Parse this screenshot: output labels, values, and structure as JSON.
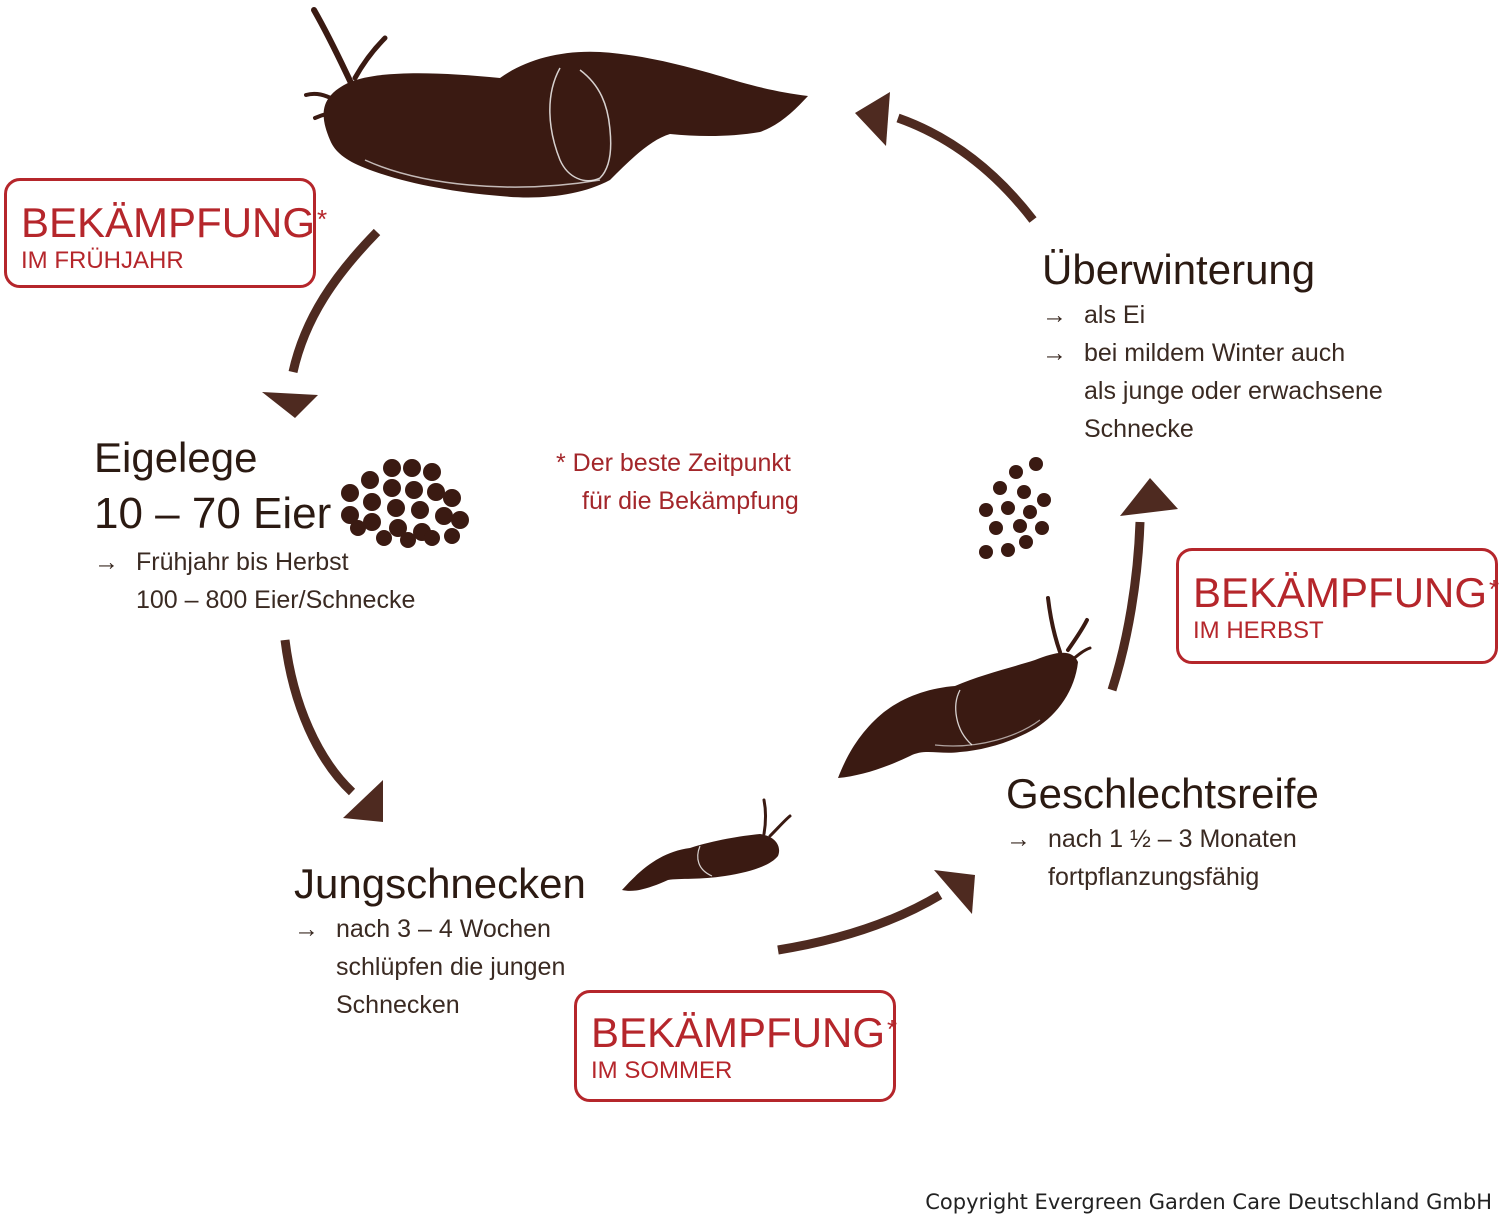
{
  "stages": {
    "eigelege": {
      "title_line1": "Eigelege",
      "title_line2": "10 – 70 Eier",
      "lines": [
        "Frühjahr bis Herbst",
        "100 – 800 Eier/Schnecke"
      ]
    },
    "jungschnecken": {
      "title": "Jungschnecken",
      "lines": [
        "nach 3 – 4 Wochen",
        "schlüpfen die jungen",
        "Schnecken"
      ]
    },
    "geschlechtsreife": {
      "title": "Geschlechtsreife",
      "lines": [
        "nach 1 ½ – 3 Monaten",
        "fortpflanzungsfähig"
      ]
    },
    "ueberwinterung": {
      "title": "Überwinterung",
      "lines": [
        "als Ei",
        "bei mildem Winter auch",
        "als junge oder erwachsene",
        "Schnecke"
      ]
    }
  },
  "arrow_glyph": "→",
  "control_boxes": [
    {
      "title": "BEKÄMPFUNG",
      "asterisk": "*",
      "season": "IM FRÜHJAHR"
    },
    {
      "title": "BEKÄMPFUNG",
      "asterisk": "*",
      "season": "IM SOMMER"
    },
    {
      "title": "BEKÄMPFUNG",
      "asterisk": "*",
      "season": "IM HERBST"
    }
  ],
  "note": {
    "line1": "* Der beste Zeitpunkt",
    "line2": "für die Bekämpfung"
  },
  "copyright": "Copyright Evergreen Garden Care Deutschland GmbH",
  "colors": {
    "brown": "#3a1a12",
    "arrow": "#4e2a20",
    "red": "#b5262b",
    "text": "#2b1a12"
  }
}
